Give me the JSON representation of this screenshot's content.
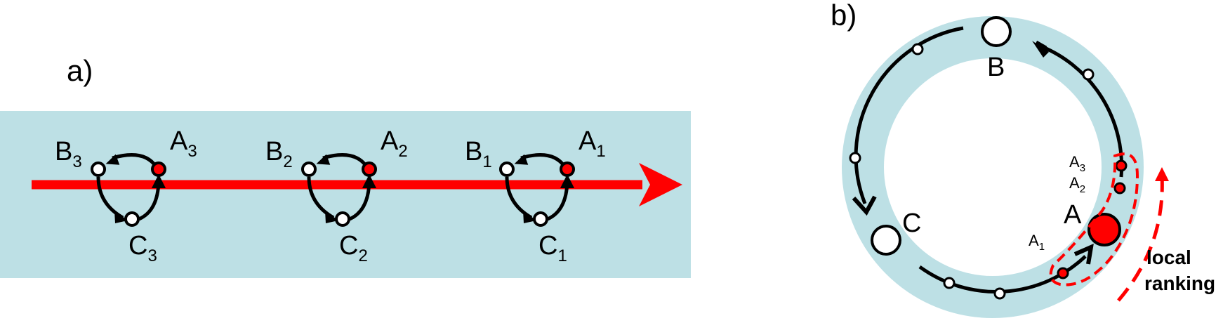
{
  "panel_a": {
    "label": "a)",
    "background_color": "#bde0e5",
    "arrow_color": "#ff0000",
    "cycles": [
      {
        "A": {
          "base": "A",
          "sub": "3"
        },
        "B": {
          "base": "B",
          "sub": "3"
        },
        "C": {
          "base": "C",
          "sub": "3"
        }
      },
      {
        "A": {
          "base": "A",
          "sub": "2"
        },
        "B": {
          "base": "B",
          "sub": "2"
        },
        "C": {
          "base": "C",
          "sub": "2"
        }
      },
      {
        "A": {
          "base": "A",
          "sub": "1"
        },
        "B": {
          "base": "B",
          "sub": "1"
        },
        "C": {
          "base": "C",
          "sub": "1"
        }
      }
    ]
  },
  "panel_b": {
    "label": "b)",
    "ring_color": "#bde0e5",
    "highlight_color": "#ff0000",
    "node_B": "B",
    "node_C": "C",
    "node_A": "A",
    "points": [
      {
        "base": "A",
        "sub": "3"
      },
      {
        "base": "A",
        "sub": "2"
      },
      {
        "base": "A",
        "sub": "1"
      }
    ],
    "annotation_line1": "local",
    "annotation_line2": "ranking"
  }
}
